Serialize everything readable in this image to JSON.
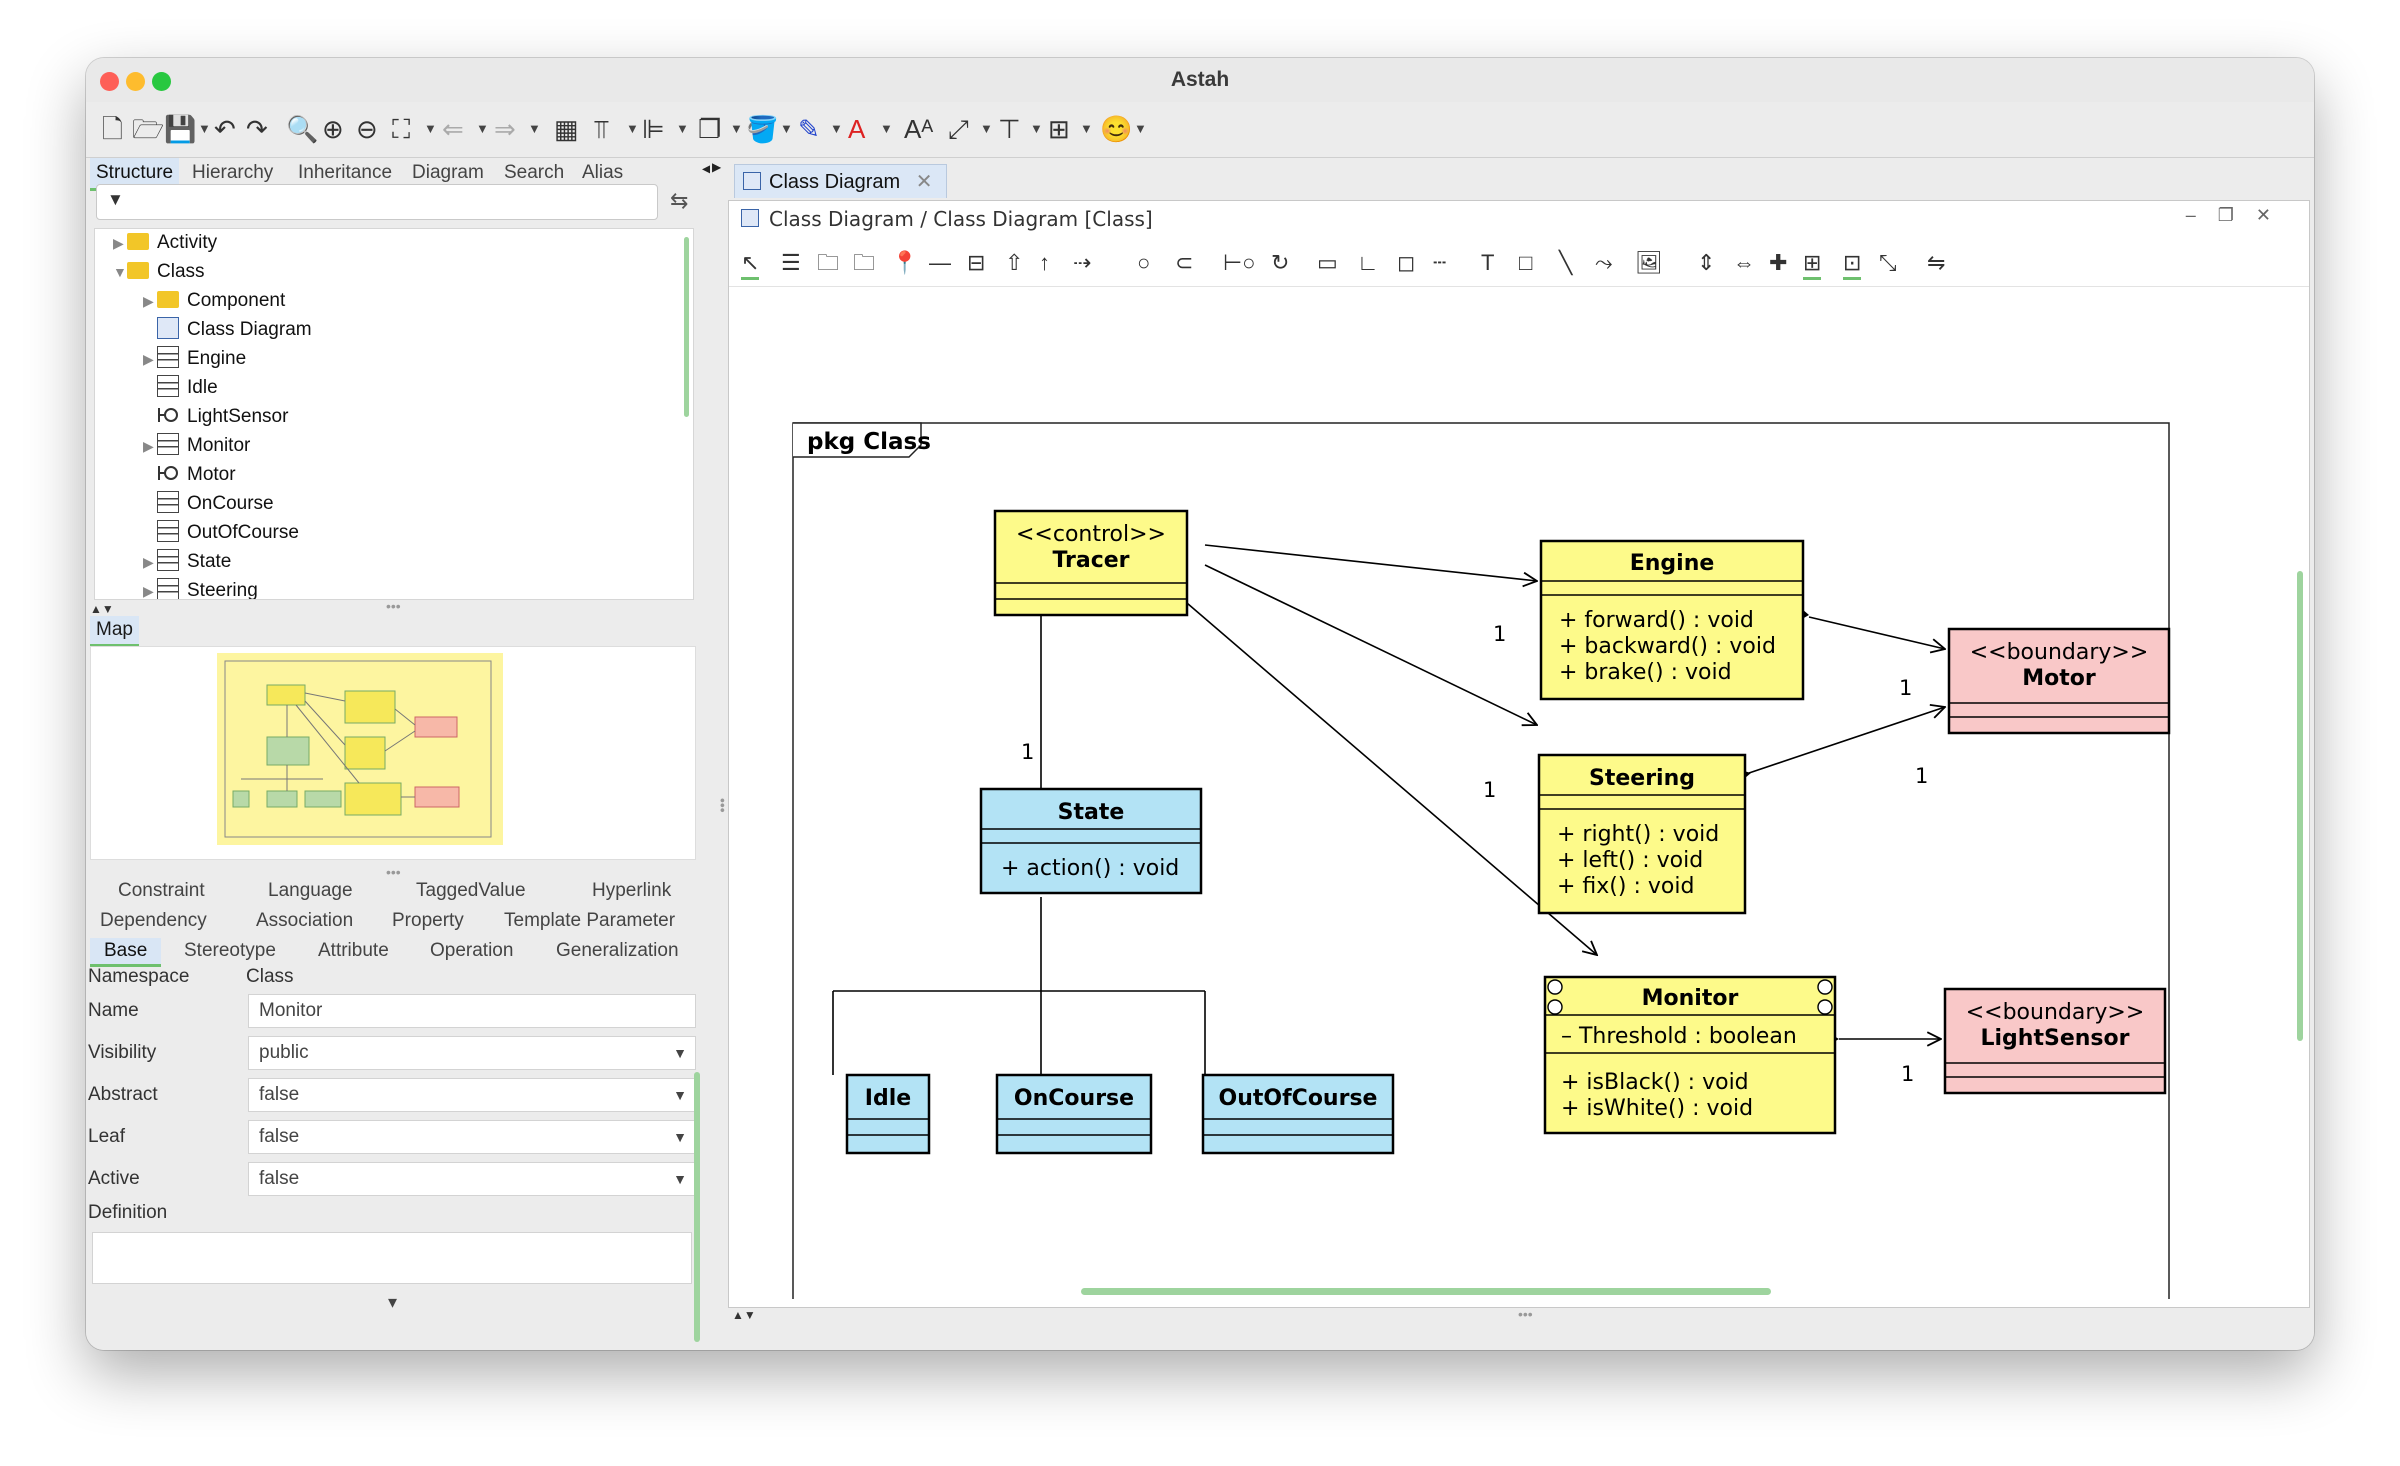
{
  "app": {
    "title": "Astah"
  },
  "left_panel": {
    "tabs": [
      "Structure",
      "Hierarchy",
      "Inheritance",
      "Diagram",
      "Search",
      "Alias"
    ],
    "tree": [
      {
        "label": "Activity",
        "icon": "folder-icon",
        "expandable": true
      },
      {
        "label": "Class",
        "icon": "folder-icon",
        "expanded": true
      },
      {
        "label": "Component",
        "icon": "folder-icon",
        "expandable": true
      },
      {
        "label": "Class Diagram",
        "icon": "class-diagram-icon"
      },
      {
        "label": "Engine",
        "icon": "class-icon",
        "expandable": true
      },
      {
        "label": "Idle",
        "icon": "class-icon"
      },
      {
        "label": "LightSensor",
        "icon": "boundary-icon"
      },
      {
        "label": "Monitor",
        "icon": "class-icon",
        "expandable": true
      },
      {
        "label": "Motor",
        "icon": "boundary-icon"
      },
      {
        "label": "OnCourse",
        "icon": "class-icon"
      },
      {
        "label": "OutOfCourse",
        "icon": "class-icon"
      },
      {
        "label": "State",
        "icon": "class-icon",
        "expandable": true
      },
      {
        "label": "Steering",
        "icon": "class-icon",
        "expandable": true
      }
    ],
    "map_tab": "Map",
    "property_tabs_row1": [
      "Constraint",
      "Language",
      "TaggedValue",
      "Hyperlink"
    ],
    "property_tabs_row2": [
      "Dependency",
      "Association",
      "Property",
      "Template Parameter"
    ],
    "property_tabs_row3": [
      "Base",
      "Stereotype",
      "Attribute",
      "Operation",
      "Generalization"
    ],
    "properties": {
      "namespace_label": "Namespace",
      "namespace_value": "Class",
      "name_label": "Name",
      "name_value": "Monitor",
      "visibility_label": "Visibility",
      "visibility_value": "public",
      "abstract_label": "Abstract",
      "abstract_value": "false",
      "leaf_label": "Leaf",
      "leaf_value": "false",
      "active_label": "Active",
      "active_value": "false",
      "definition_label": "Definition"
    }
  },
  "editor": {
    "tab_label": "Class Diagram",
    "breadcrumb": "Class Diagram / Class Diagram [Class]"
  },
  "diagram": {
    "frame_label": "pkg Class",
    "classes": {
      "tracer": {
        "stereotype": "<<control>>",
        "name": "Tracer"
      },
      "engine": {
        "name": "Engine",
        "operations": [
          "+ forward() : void",
          "+ backward() : void",
          "+ brake() : void"
        ]
      },
      "motor": {
        "stereotype": "<<boundary>>",
        "name": "Motor"
      },
      "state": {
        "name": "State",
        "operations": [
          "+ action() : void"
        ]
      },
      "steering": {
        "name": "Steering",
        "operations": [
          "+ right() : void",
          "+ left() : void",
          "+ fix() : void"
        ]
      },
      "monitor": {
        "name": "Monitor",
        "attributes": [
          "– Threshold : boolean"
        ],
        "operations": [
          "+ isBlack() : void",
          "+ isWhite() : void"
        ]
      },
      "lightsensor": {
        "stereotype": "<<boundary>>",
        "name": "LightSensor"
      },
      "idle": {
        "name": "Idle"
      },
      "oncourse": {
        "name": "OnCourse"
      },
      "outofcourse": {
        "name": "OutOfCourse"
      }
    },
    "multiplicities": {
      "tracer_engine": "1",
      "tracer_state": "1",
      "tracer_steering": "1",
      "engine_motor": "1",
      "steering_motor": "1",
      "monitor_lightsensor": "1"
    },
    "colors": {
      "control": "#fdfa8a",
      "entity_state": "#b3e3f5",
      "boundary": "#f9c8c8"
    }
  }
}
